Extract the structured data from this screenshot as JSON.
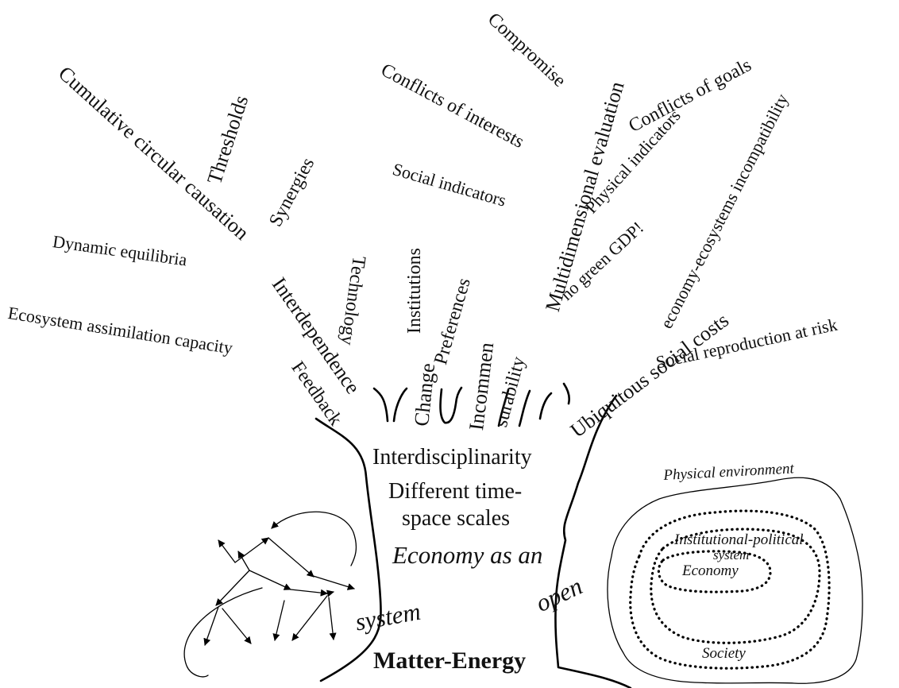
{
  "branches": {
    "cumulative_circular_causation": "Cumulative circular causation",
    "thresholds": "Thresholds",
    "synergies": "Synergies",
    "dynamic_equilibria": "Dynamic equilibria",
    "interdependence": "Interdependence",
    "ecosystem_assimilation_capacity": "Ecosystem assimilation capacity",
    "feedback": "Feedback",
    "technology": "Technology",
    "institutions": "Institutions",
    "preferences": "Preferences",
    "change": "Change",
    "incommen": "Incommen",
    "surability": "surability",
    "social_indicators": "Social indicators",
    "conflicts_of_interests": "Conflicts of interests",
    "compromise": "Compromise",
    "multidimensional_evaluation": "Multidimensional evaluation",
    "conflicts_of_goals": "Conflicts of goals",
    "physical_indicators": "Physical indicators",
    "no_green_gdp": "no green GDP!",
    "economy_ecosystems_incompatibility": "economy-ecosystems incompatibility",
    "ubiquitous_social_costs": "Ubiquitous social costs",
    "social_reproduction_at_risk": "Social reproduction at risk"
  },
  "trunk": {
    "interdisciplinarity": "Interdisciplinarity",
    "time_line1": "Different time-",
    "time_line2": "space scales",
    "economy_as_an": "Economy as an",
    "open": "open",
    "system": "system",
    "matter_energy": "Matter-Energy"
  },
  "nested_systems": {
    "physical_environment": "Physical environment",
    "institutional_line1": "Institutional-political",
    "institutional_line2": "system",
    "economy": "Economy",
    "society": "Society"
  }
}
